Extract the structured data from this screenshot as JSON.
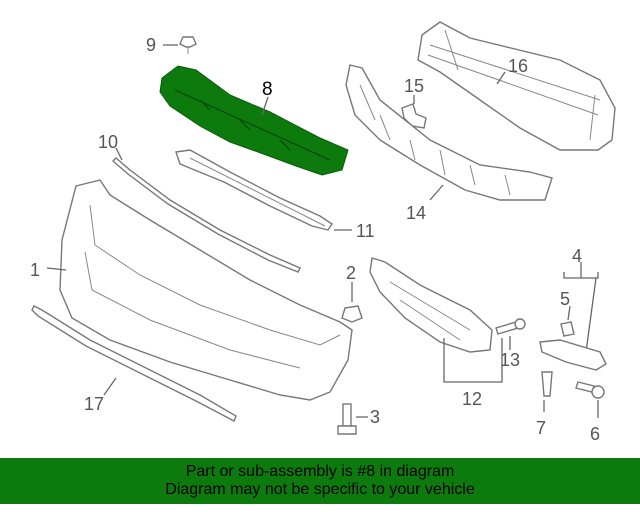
{
  "highlight_color": "#0d7a0d",
  "diagram": {
    "callouts": {
      "c1": "1",
      "c2": "2",
      "c3": "3",
      "c4": "4",
      "c5": "5",
      "c6": "6",
      "c7": "7",
      "c8": "8",
      "c9": "9",
      "c10": "10",
      "c11": "11",
      "c12": "12",
      "c13": "13",
      "c14": "14",
      "c15": "15",
      "c16": "16",
      "c17": "17"
    }
  },
  "banner": {
    "line1": "Part or sub-assembly is #8 in diagram",
    "line2": "Diagram may not be specific to your vehicle"
  }
}
